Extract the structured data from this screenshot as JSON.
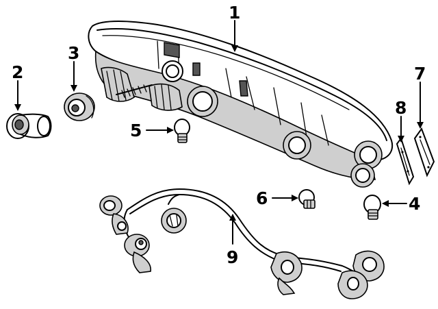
{
  "diagram": {
    "callouts": [
      {
        "id": "1",
        "text": "1"
      },
      {
        "id": "2",
        "text": "2"
      },
      {
        "id": "3",
        "text": "3"
      },
      {
        "id": "4",
        "text": "4"
      },
      {
        "id": "5",
        "text": "5"
      },
      {
        "id": "6",
        "text": "6"
      },
      {
        "id": "7",
        "text": "7"
      },
      {
        "id": "8",
        "text": "8"
      },
      {
        "id": "9",
        "text": "9"
      }
    ],
    "parts": [
      "tail-lamp-assembly",
      "grommet",
      "socket-seal",
      "bulb",
      "bulb",
      "bulb",
      "gasket",
      "gasket",
      "wiring-harness"
    ]
  }
}
